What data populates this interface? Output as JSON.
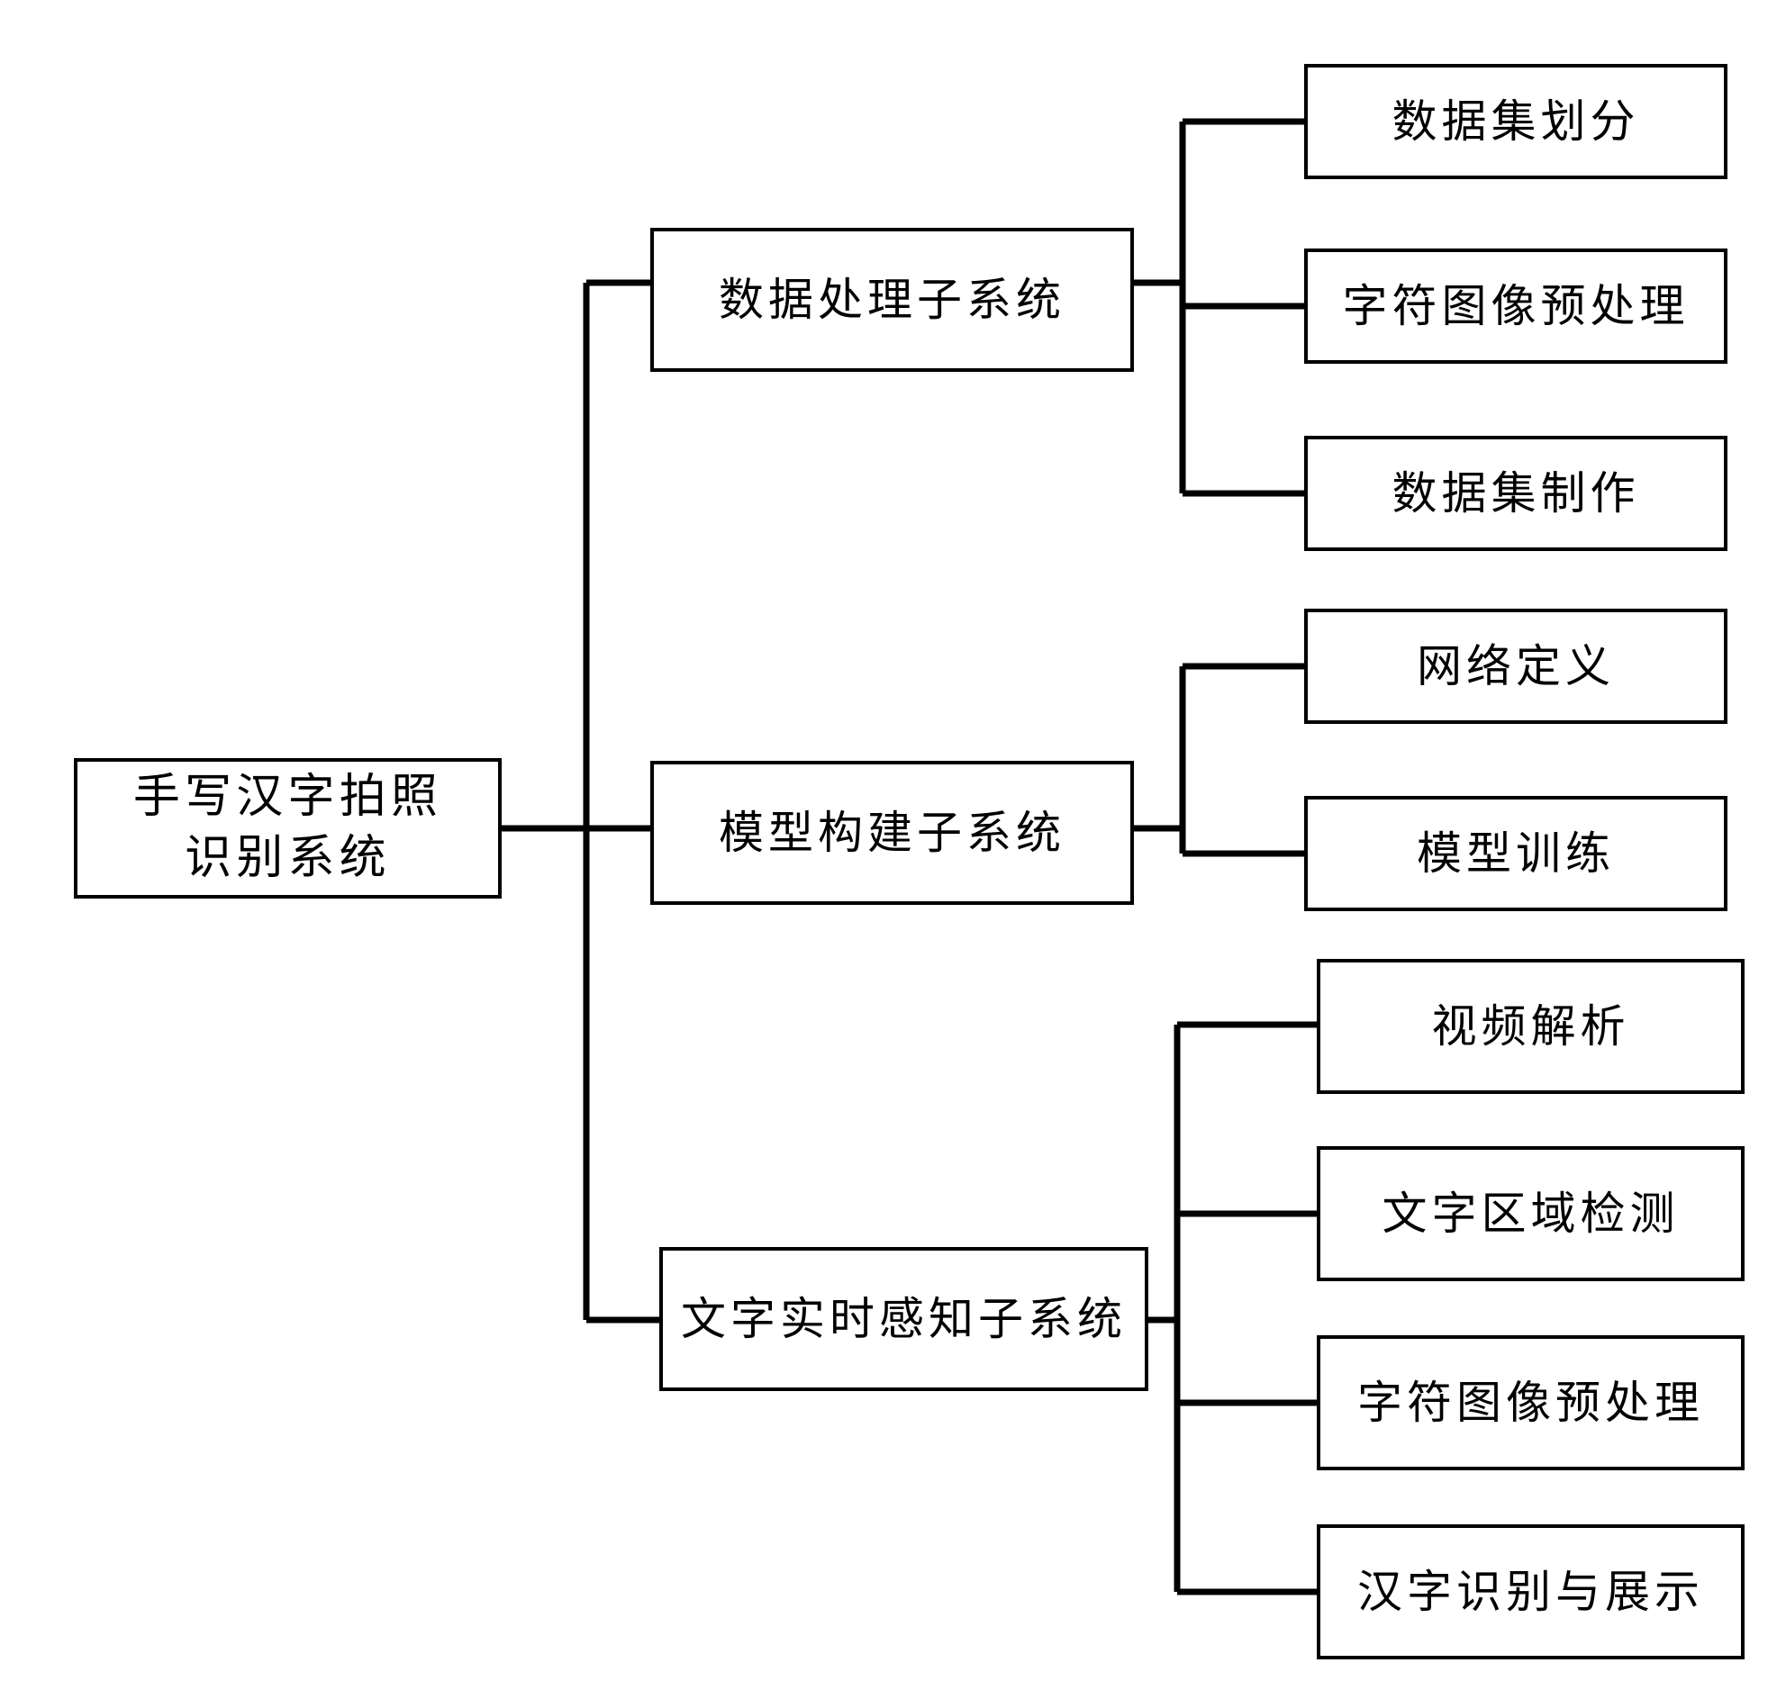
{
  "diagram": {
    "type": "tree-hierarchy-diagram",
    "orientation": "left-to-right",
    "line_color": "#000000",
    "box_border_color": "#000000",
    "box_fill_color": "#ffffff",
    "background_color": "#ffffff",
    "root": {
      "label": "手写汉字拍照\n识别系统"
    },
    "subsystems": [
      {
        "label": "数据处理子系统",
        "children": [
          {
            "label": "数据集划分"
          },
          {
            "label": "字符图像预处理"
          },
          {
            "label": "数据集制作"
          }
        ]
      },
      {
        "label": "模型构建子系统",
        "children": [
          {
            "label": "网络定义"
          },
          {
            "label": "模型训练"
          }
        ]
      },
      {
        "label": "文字实时感知子系统",
        "children": [
          {
            "label": "视频解析"
          },
          {
            "label": "文字区域检测"
          },
          {
            "label": "字符图像预处理"
          },
          {
            "label": "汉字识别与展示"
          }
        ]
      }
    ]
  }
}
